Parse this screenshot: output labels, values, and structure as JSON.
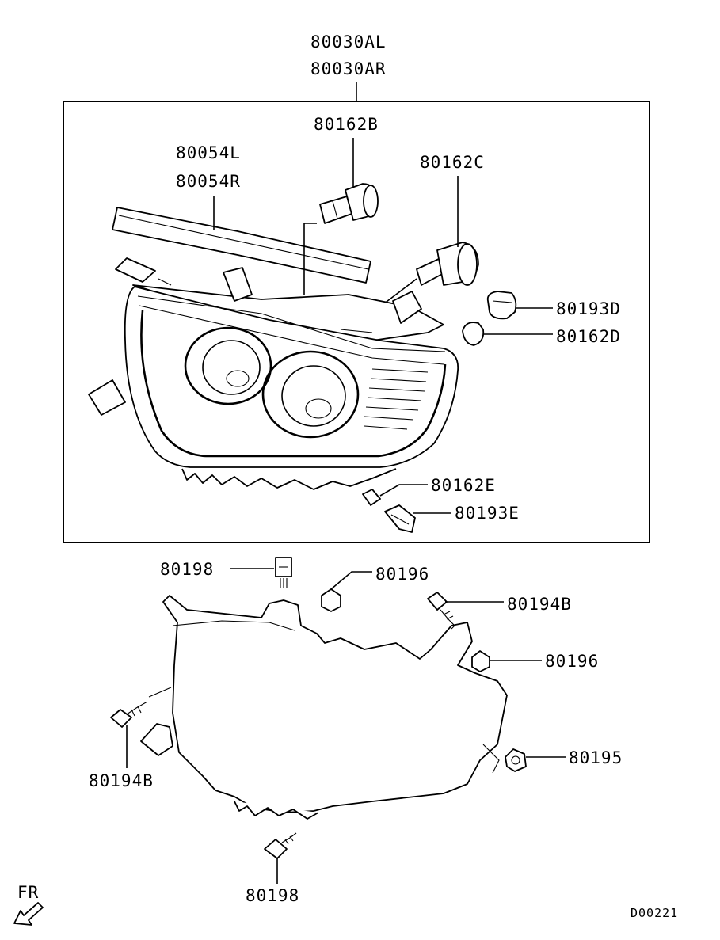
{
  "assembly": {
    "part_left": "80030AL",
    "part_right": "80030AR"
  },
  "callouts": {
    "bulb_high": "80162B",
    "bulb_low": "80162C",
    "trim_left": "80054L",
    "trim_right": "80054R",
    "socket_d": "80193D",
    "bulb_d": "80162D",
    "bulb_e": "80162E",
    "socket_e": "80193E",
    "bolt_top": "80198",
    "nut_top": "80196",
    "screw_top_right": "80194B",
    "nut_right": "80196",
    "screw_left": "80194B",
    "nut_lower_right": "80195",
    "bolt_bottom": "80198"
  },
  "orientation": {
    "label": "FR"
  },
  "diagram_code": "D00221"
}
